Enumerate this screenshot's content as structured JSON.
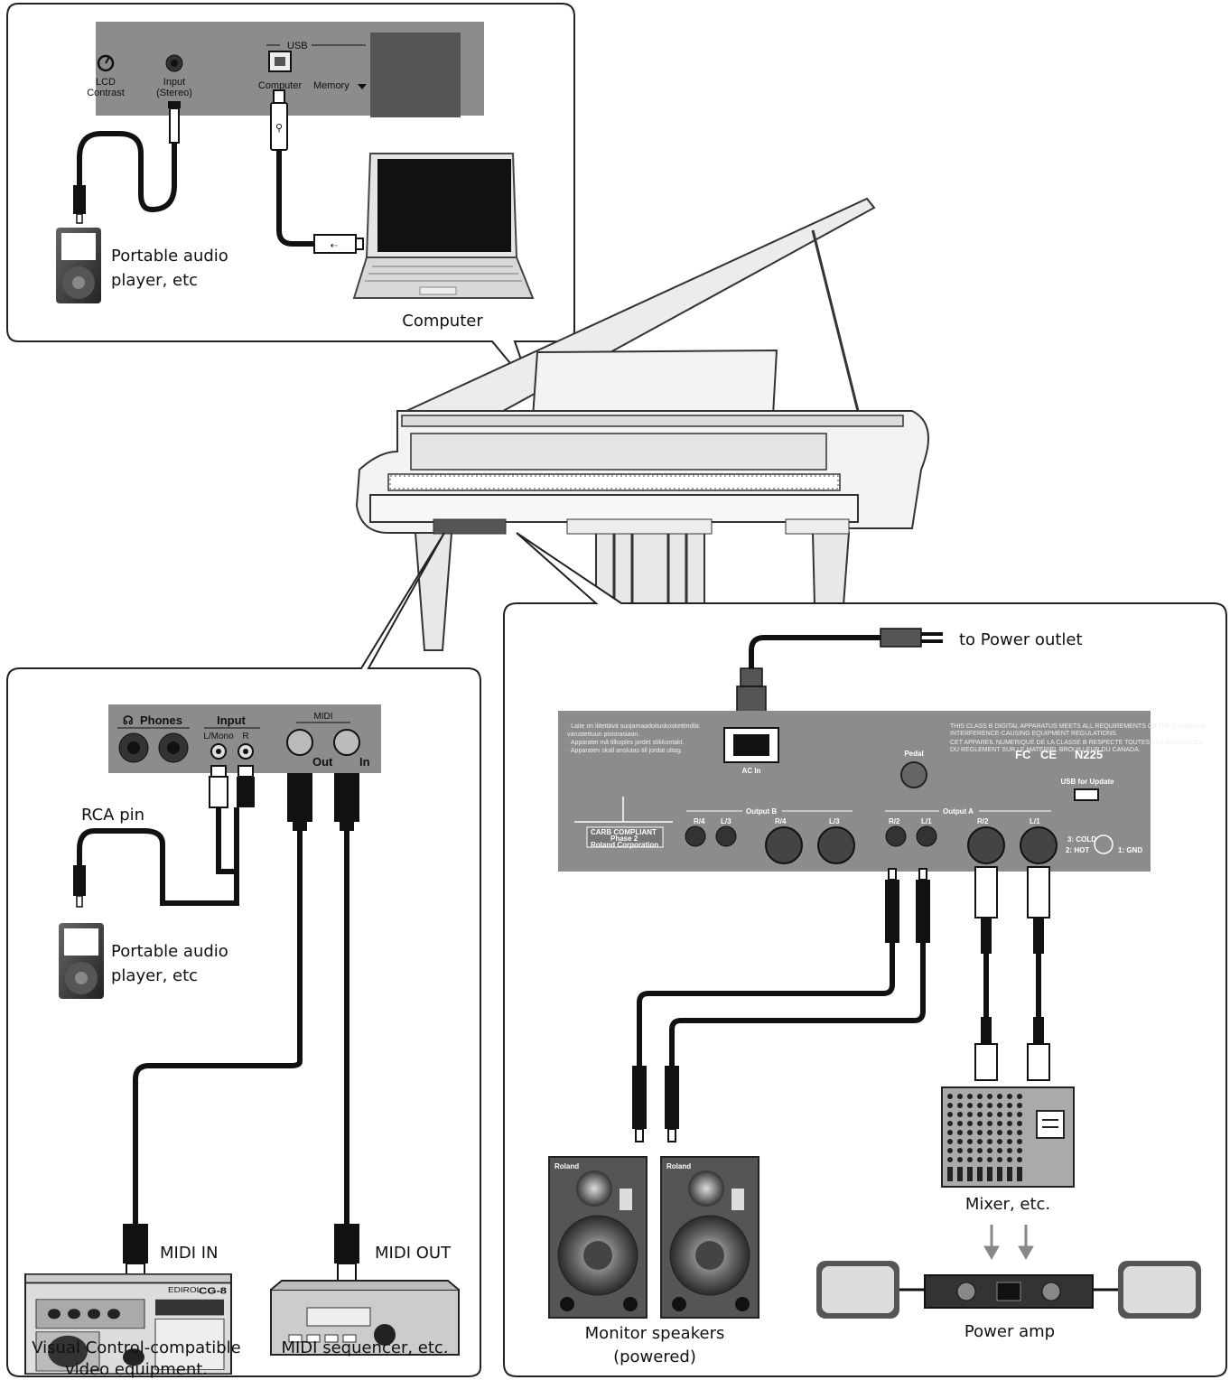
{
  "top_panel": {
    "lcd_contrast": "LCD\nContrast",
    "lcd_line1": "LCD",
    "lcd_line2": "Contrast",
    "input_line1": "Input",
    "input_line2": "(Stereo)",
    "usb_label": "USB",
    "computer_port": "Computer",
    "memory_port": "Memory",
    "portable_player_line1": "Portable audio",
    "portable_player_line2": "player, etc",
    "computer_label": "Computer"
  },
  "left_panel": {
    "phones": "Phones",
    "input": "Input",
    "l_mono": "L/Mono",
    "r": "R",
    "midi": "MIDI",
    "midi_out": "Out",
    "midi_in": "In",
    "rca_pin": "RCA pin",
    "portable_player_line1": "Portable audio",
    "portable_player_line2": "player, etc",
    "midi_in_label": "MIDI IN",
    "midi_out_label": "MIDI OUT",
    "video_eq_line1": "Visual Control-compatible",
    "video_eq_line2": "video equipment.",
    "sequencer_label": "MIDI sequencer, etc.",
    "cg8_brand": "EDIROL",
    "cg8_model": "CG-8"
  },
  "right_panel": {
    "power_outlet": "to Power outlet",
    "ac_in": "AC In",
    "pedal": "Pedal",
    "usb_update": "USB for Update",
    "output_b": "Output B",
    "output_a": "Output A",
    "r4": "R/4",
    "l3": "L/3",
    "r2": "R/2",
    "l1": "L/1",
    "xlr_pins_1": "3: COLD",
    "xlr_pins_2": "2: HOT",
    "xlr_pins_3": "1: GND",
    "carb_line1": "CARB COMPLIANT",
    "carb_line2": "Phase 2",
    "carb_line3": "Roland Corporation",
    "n225": "N225",
    "fc": "FC",
    "ce": "CE",
    "mixer_label": "Mixer, etc.",
    "power_amp_label": "Power amp",
    "monitor_line1": "Monitor speakers",
    "monitor_line2": "(powered)",
    "speaker_brand": "Roland"
  },
  "colors": {
    "panel_gray": "#8c8c8c",
    "dark_panel": "#555555",
    "outline": "#222222",
    "cable": "#111111"
  }
}
